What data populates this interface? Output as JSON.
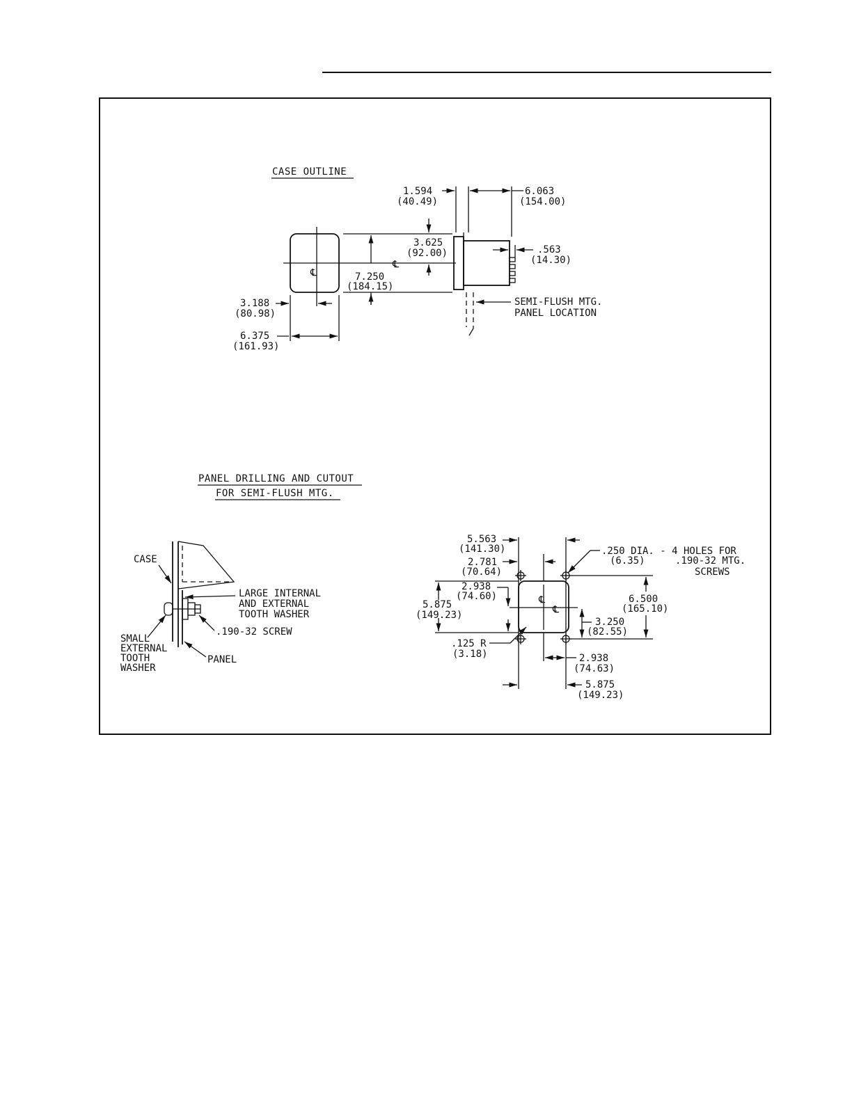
{
  "case_outline": {
    "title": "CASE OUTLINE",
    "dim_1594": "1.594",
    "dim_1594_mm": "(40.49)",
    "dim_6063": "6.063",
    "dim_6063_mm": "(154.00)",
    "dim_3625": "3.625",
    "dim_3625_mm": "(92.00)",
    "dim_563": ".563",
    "dim_563_mm": "(14.30)",
    "dim_7250": "7.250",
    "dim_7250_mm": "(184.15)",
    "dim_3188": "3.188",
    "dim_3188_mm": "(80.98)",
    "dim_6375": "6.375",
    "dim_6375_mm": "(161.93)",
    "semi_flush_line1": "SEMI-FLUSH MTG.",
    "semi_flush_line2": "PANEL LOCATION",
    "centerline_symbol": "℄"
  },
  "panel_drilling": {
    "title_line1": "PANEL DRILLING AND CUTOUT",
    "title_line2": "FOR SEMI-FLUSH MTG."
  },
  "mounting_detail": {
    "case_label": "CASE",
    "large_washer_line1": "LARGE INTERNAL",
    "large_washer_line2": "AND EXTERNAL",
    "large_washer_line3": "TOOTH WASHER",
    "screw_label": ".190-32 SCREW",
    "small_washer_line1": "SMALL",
    "small_washer_line2": "EXTERNAL",
    "small_washer_line3": "TOOTH",
    "small_washer_line4": "WASHER",
    "panel_label": "PANEL"
  },
  "cutout": {
    "dim_5563": "5.563",
    "dim_5563_mm": "(141.30)",
    "dim_2781": "2.781",
    "dim_2781_mm": "(70.64)",
    "dim_2938a": "2.938",
    "dim_2938a_mm": "(74.60)",
    "dim_5875a": "5.875",
    "dim_5875a_mm": "(149.23)",
    "dim_125r": ".125 R",
    "dim_125r_mm": "(3.18)",
    "holes_line1": ".250 DIA. - 4 HOLES FOR",
    "holes_line2": "(6.35)",
    "holes_line3": ".190-32 MTG.",
    "holes_line4": "SCREWS",
    "dim_6500": "6.500",
    "dim_6500_mm": "(165.10)",
    "dim_3250": "3.250",
    "dim_3250_mm": "(82.55)",
    "dim_2938b": "2.938",
    "dim_2938b_mm": "(74.63)",
    "dim_5875b": "5.875",
    "dim_5875b_mm": "(149.23)",
    "centerline_symbol": "℄"
  }
}
